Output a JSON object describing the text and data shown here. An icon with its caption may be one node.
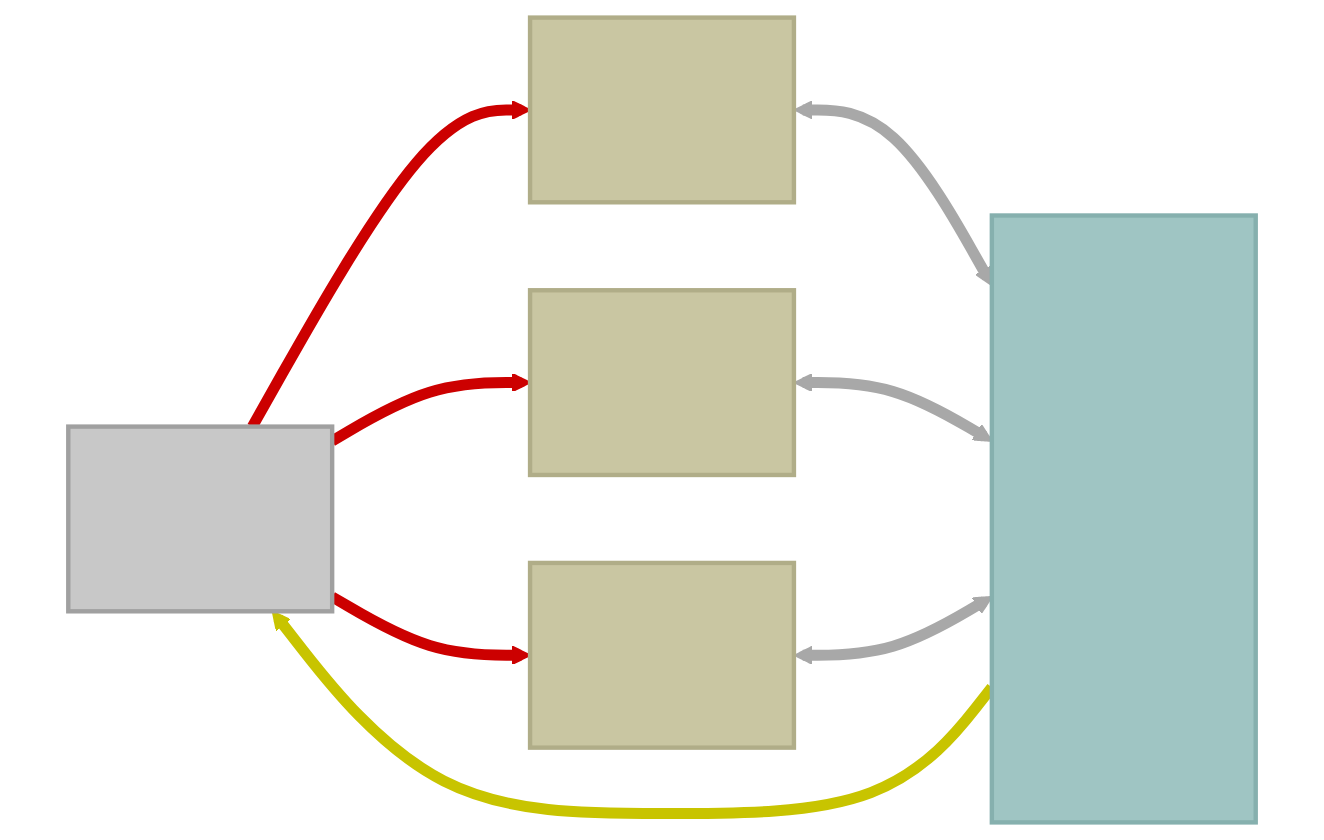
{
  "diagram": {
    "nodes": [
      {
        "text": [],
        "shape": "box"
      },
      {
        "text": [],
        "shape": "box"
      },
      {
        "text": [],
        "shape": "box"
      },
      {
        "text": [],
        "shape": "box"
      },
      {
        "text": [],
        "shape": "bar"
      }
    ],
    "edges": [
      {
        "from": 0,
        "to": 1,
        "arrow": "to",
        "color": "#cc0000"
      },
      {
        "from": 0,
        "to": 2,
        "arrow": "to",
        "color": "#cc0000"
      },
      {
        "from": 0,
        "to": 3,
        "arrow": "to",
        "color": "#cc0000"
      },
      {
        "from": 1,
        "to": 4,
        "arrow": "both",
        "color": "#a8a8a8"
      },
      {
        "from": 2,
        "to": 4,
        "arrow": "both",
        "color": "#a8a8a8"
      },
      {
        "from": 3,
        "to": 4,
        "arrow": "both",
        "color": "#a8a8a8"
      },
      {
        "from": 4,
        "to": 0,
        "arrow": "to",
        "color": "#c8c400"
      }
    ]
  }
}
